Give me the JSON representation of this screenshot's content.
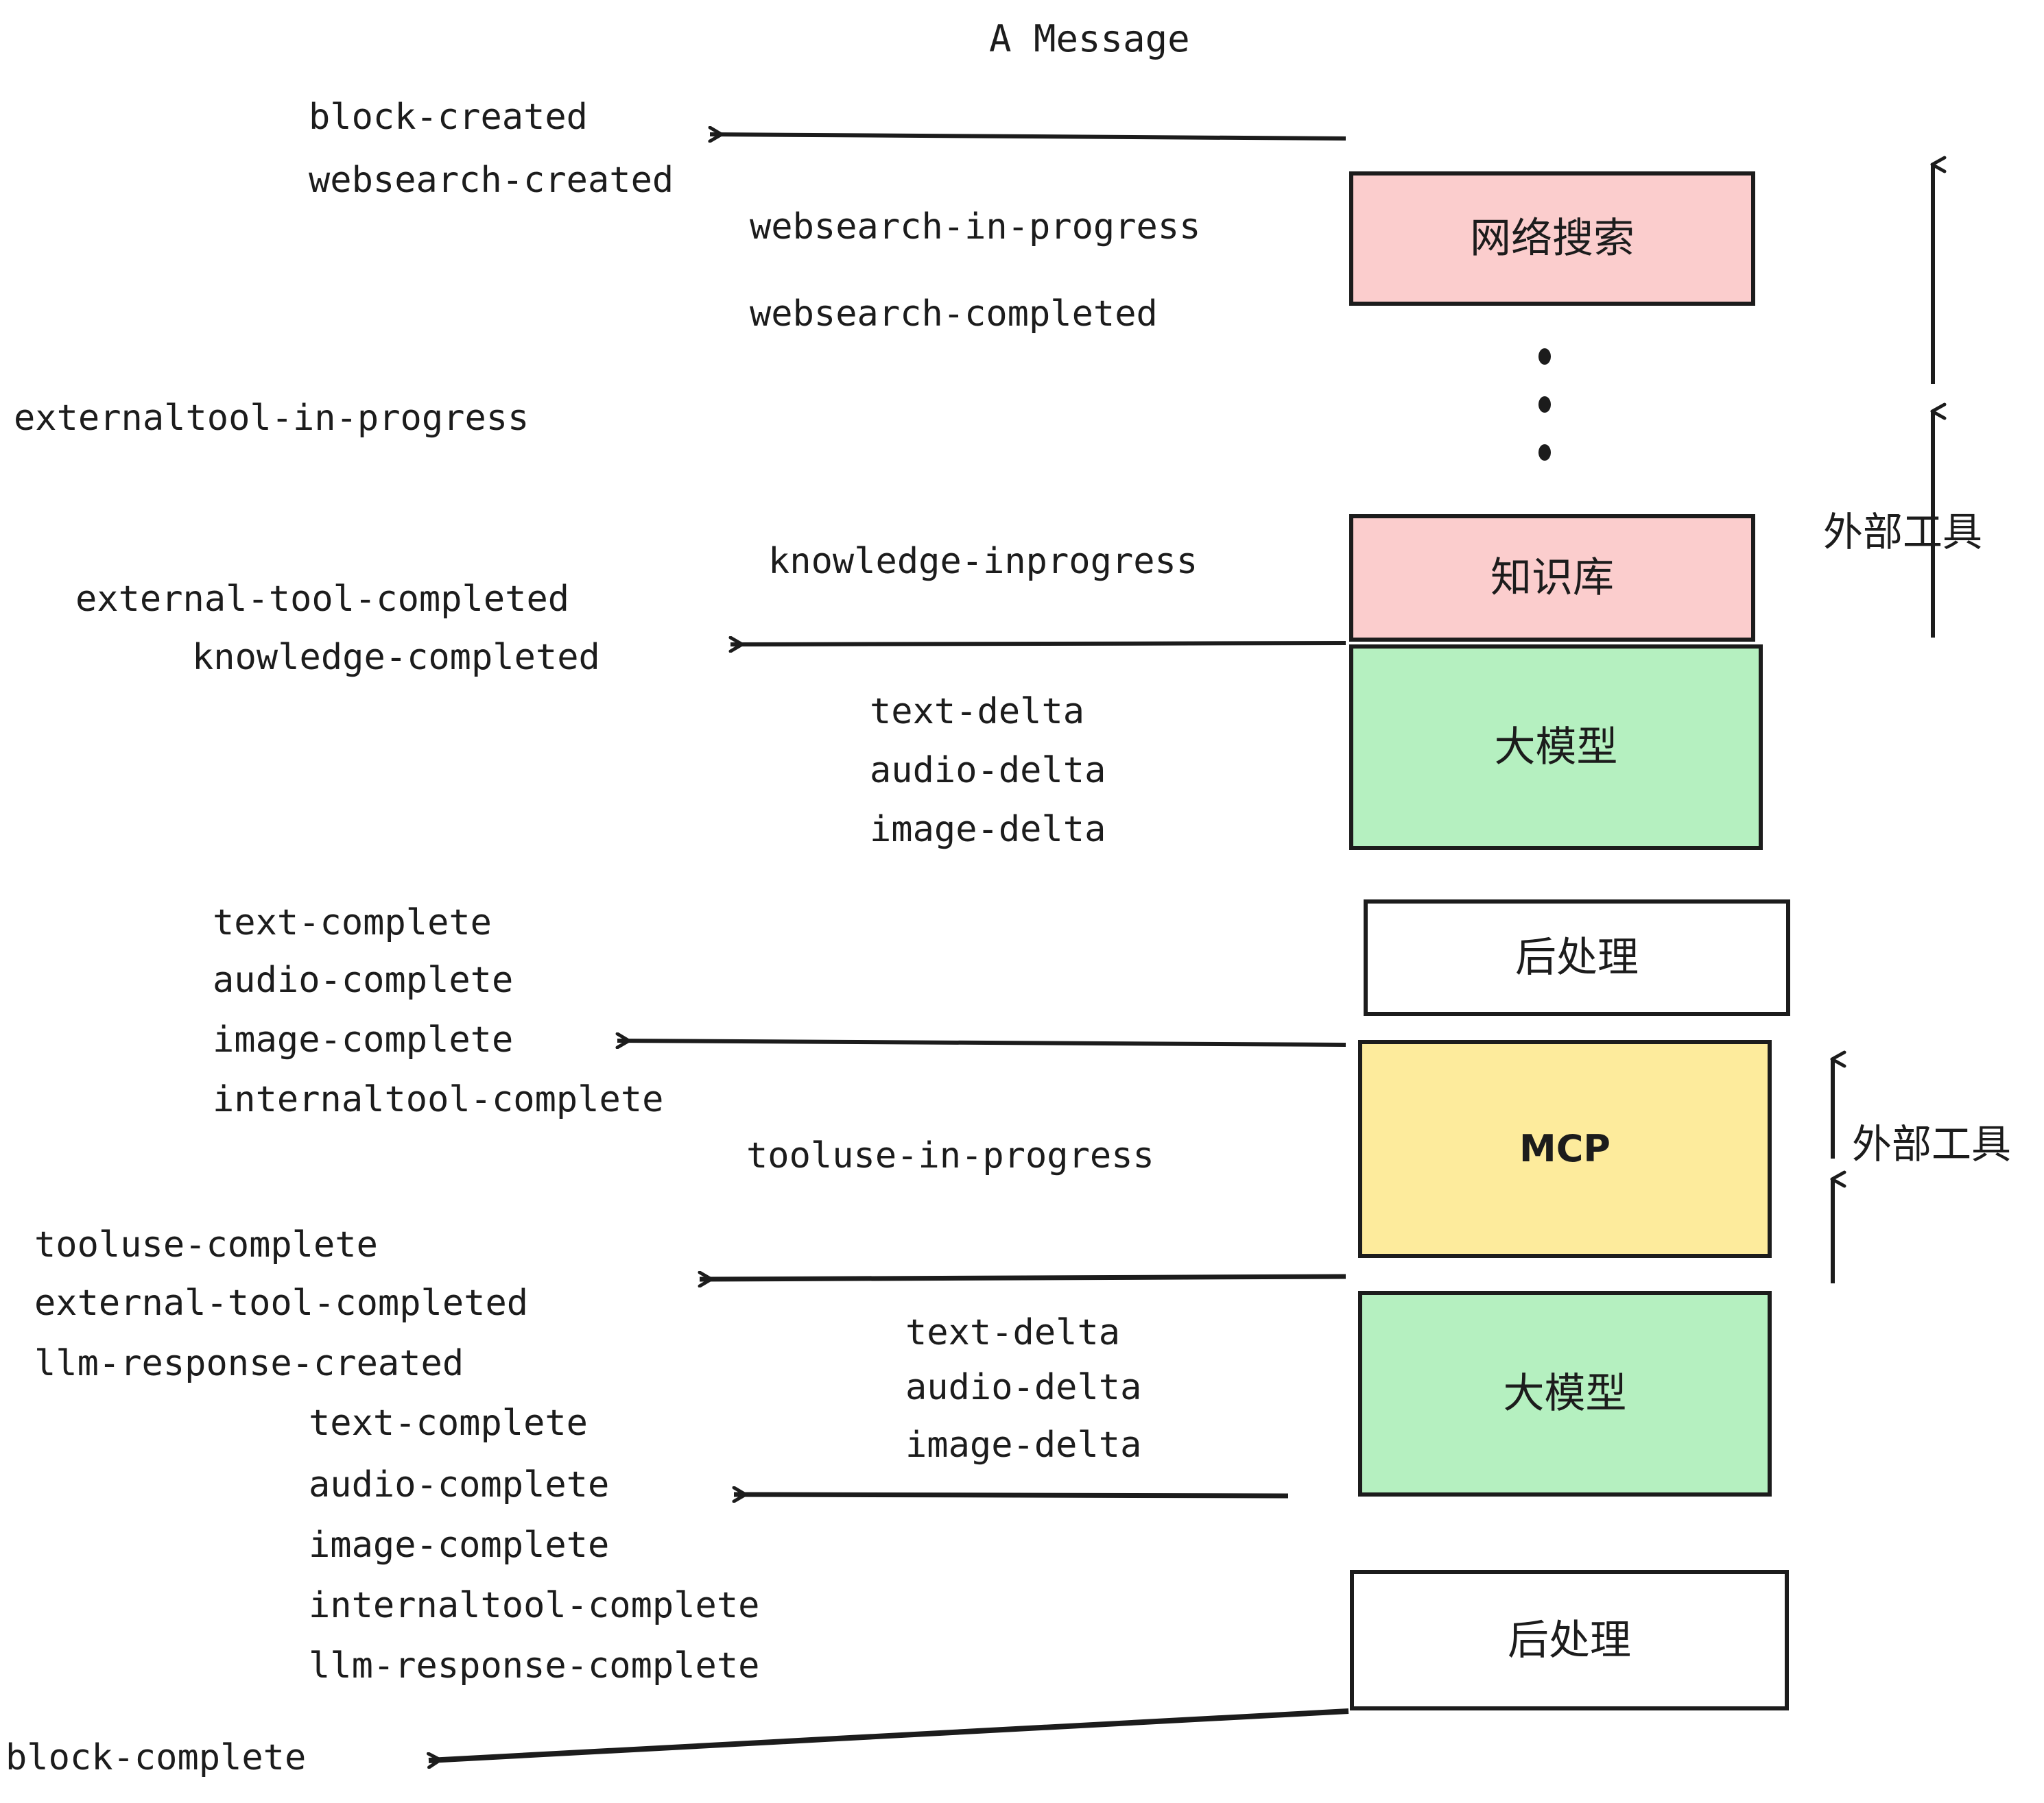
{
  "title": "A Message",
  "colors": {
    "pink": "#fbcdcd",
    "green": "#b5f0c0",
    "yellow": "#fdeb9c",
    "white": "#ffffff",
    "stroke": "#1c1c1c",
    "background": "#ffffff"
  },
  "boxes": [
    {
      "id": "websearch",
      "label": "网络搜索",
      "fill": "#fbcdcd",
      "script": "cjk"
    },
    {
      "id": "knowledge",
      "label": "知识库",
      "fill": "#fbcdcd",
      "script": "cjk"
    },
    {
      "id": "llm-1",
      "label": "大模型",
      "fill": "#b5f0c0",
      "script": "cjk"
    },
    {
      "id": "postprocess-1",
      "label": "后处理",
      "fill": "#ffffff",
      "script": "cjk"
    },
    {
      "id": "mcp",
      "label": "MCP",
      "fill": "#fdeb9c",
      "script": "latin"
    },
    {
      "id": "llm-2",
      "label": "大模型",
      "fill": "#b5f0c0",
      "script": "cjk"
    },
    {
      "id": "postprocess-2",
      "label": "后处理",
      "fill": "#ffffff",
      "script": "cjk"
    }
  ],
  "side_labels": [
    {
      "id": "external-tools-top",
      "text": "外部工具"
    },
    {
      "id": "external-tools-bottom",
      "text": "外部工具"
    }
  ],
  "events": [
    {
      "id": "block-created",
      "text": "block-created"
    },
    {
      "id": "websearch-created",
      "text": "websearch-created"
    },
    {
      "id": "websearch-in-progress",
      "text": "websearch-in-progress"
    },
    {
      "id": "websearch-completed",
      "text": "websearch-completed"
    },
    {
      "id": "externaltool-in-progress",
      "text": "externaltool-in-progress"
    },
    {
      "id": "knowledge-inprogress",
      "text": "knowledge-inprogress"
    },
    {
      "id": "external-tool-completed-1",
      "text": "external-tool-completed"
    },
    {
      "id": "knowledge-completed",
      "text": "knowledge-completed"
    },
    {
      "id": "text-delta-1",
      "text": "text-delta"
    },
    {
      "id": "audio-delta-1",
      "text": "audio-delta"
    },
    {
      "id": "image-delta-1",
      "text": "image-delta"
    },
    {
      "id": "text-complete-1",
      "text": "text-complete"
    },
    {
      "id": "audio-complete-1",
      "text": "audio-complete"
    },
    {
      "id": "image-complete-1",
      "text": "image-complete"
    },
    {
      "id": "internaltool-complete-1",
      "text": "internaltool-complete"
    },
    {
      "id": "tooluse-in-progress",
      "text": "tooluse-in-progress"
    },
    {
      "id": "tooluse-complete",
      "text": "tooluse-complete"
    },
    {
      "id": "external-tool-completed-2",
      "text": "external-tool-completed"
    },
    {
      "id": "llm-response-created",
      "text": "llm-response-created"
    },
    {
      "id": "text-delta-2",
      "text": "text-delta"
    },
    {
      "id": "audio-delta-2",
      "text": "audio-delta"
    },
    {
      "id": "image-delta-2",
      "text": "image-delta"
    },
    {
      "id": "text-complete-2",
      "text": "text-complete"
    },
    {
      "id": "audio-complete-2",
      "text": "audio-complete"
    },
    {
      "id": "image-complete-2",
      "text": "image-complete"
    },
    {
      "id": "internaltool-complete-2",
      "text": "internaltool-complete"
    },
    {
      "id": "llm-response-complete",
      "text": "llm-response-complete"
    },
    {
      "id": "block-complete",
      "text": "block-complete"
    }
  ]
}
